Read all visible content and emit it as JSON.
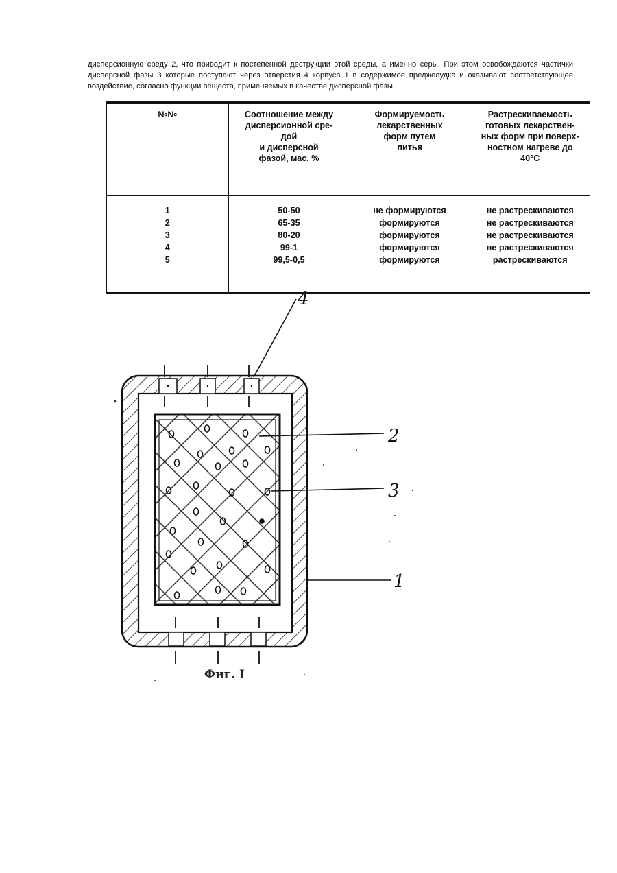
{
  "paragraph": "дисперсионную среду 2, что приводит к постепенной деструкции этой среды, а именно серы. При этом освобождаются частички дисперсной фазы 3 которые поступают через отверстия 4 корпуса 1 в содержимое преджелудка и оказывают соответствующее воздействие, согласно функции веществ, применяемых в качестве дисперсной фазы.",
  "table": {
    "headers": {
      "num": "№№",
      "ratio": [
        "Соотношение между",
        "дисперсионной сре-",
        "дой",
        "и дисперсной",
        "фазой, мас. %"
      ],
      "formability": [
        "Формируемость",
        "лекарственных",
        "форм путем",
        "литья"
      ],
      "cracking": [
        "Растрескиваемость",
        "готовых лекарствен-",
        "ных форм при поверх-",
        "ностном нагреве до",
        "40°С"
      ]
    },
    "rows": [
      {
        "num": "1",
        "ratio": "50-50",
        "formability": "не формируются",
        "cracking": "не растрескиваются"
      },
      {
        "num": "2",
        "ratio": "65-35",
        "formability": "формируются",
        "cracking": "не растрескиваются"
      },
      {
        "num": "3",
        "ratio": "80-20",
        "formability": "формируются",
        "cracking": "не растрескиваются"
      },
      {
        "num": "4",
        "ratio": "99-1",
        "formability": "формируются",
        "cracking": "не растрескиваются"
      },
      {
        "num": "5",
        "ratio": "99,5-0,5",
        "formability": "формируются",
        "cracking": "растрескиваются"
      }
    ]
  },
  "figure": {
    "labels": {
      "hole": "4",
      "medium": "2",
      "particles": "3",
      "body": "1"
    },
    "caption": "Фиг. I"
  }
}
